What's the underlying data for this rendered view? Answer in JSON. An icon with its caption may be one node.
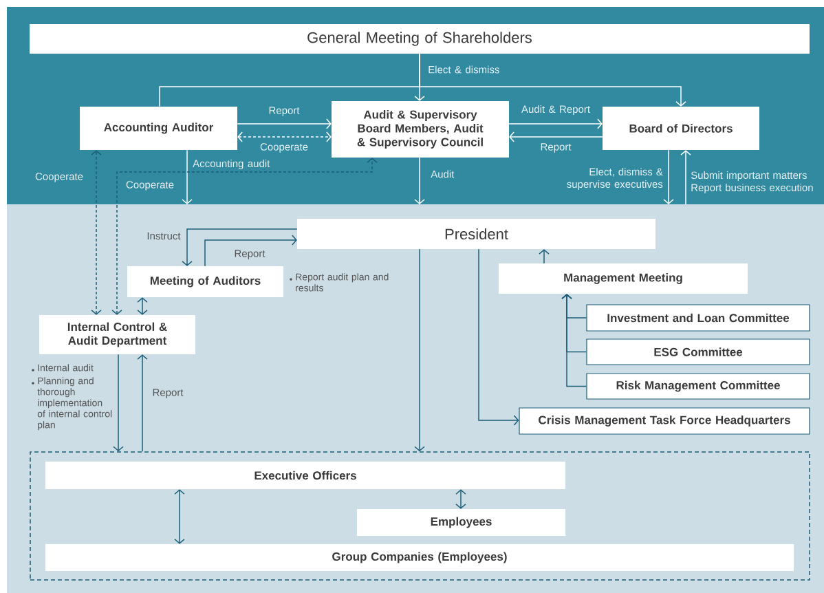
{
  "diagram": {
    "nodes": [
      {
        "text": [
          "General Meeting of Shareholders"
        ]
      },
      {
        "text": [
          "Accounting Auditor"
        ]
      },
      {
        "text": [
          "Audit & Supervisory Board Members, Audit & Supervisory Council"
        ]
      },
      {
        "text": [
          "Board of Directors"
        ]
      },
      {
        "text": [
          "President"
        ]
      },
      {
        "text": [
          "Meeting of Auditors"
        ],
        "beside": [
          "Report audit plan and results"
        ]
      },
      {
        "text": [
          "Management Meeting"
        ]
      },
      {
        "text": [
          "Internal Control & Audit Department"
        ],
        "beside": [
          "Internal audit",
          "Planning and thorough implementation of internal control plan"
        ]
      },
      {
        "text": [
          "Investment and Loan Committee"
        ]
      },
      {
        "text": [
          "ESG Committee"
        ]
      },
      {
        "text": [
          "Risk Management Committee"
        ]
      },
      {
        "text": [
          "Crisis Management Task Force Headquarters"
        ]
      },
      {
        "text": [],
        "shape": "box"
      },
      {
        "text": [
          "Executive Officers"
        ],
        "in": 12
      },
      {
        "text": [
          "Employees"
        ],
        "in": 12
      },
      {
        "text": [
          "Group Companies (Employees)"
        ],
        "in": 12
      }
    ],
    "edges": [
      {
        "from": 0,
        "to": 1,
        "arrow": "none",
        "color": "#ffffff"
      },
      {
        "from": 0,
        "to": 2,
        "arrow": "to",
        "label": "Elect & dismiss",
        "color": "#ffffff"
      },
      {
        "from": 0,
        "to": 3,
        "arrow": "to",
        "color": "#ffffff"
      },
      {
        "from": 1,
        "to": 2,
        "arrow": "to",
        "label": "Report",
        "color": "#ffffff"
      },
      {
        "from": 1,
        "to": 2,
        "arrow": "both",
        "label": "Cooperate",
        "style": "dashed",
        "color": "#ffffff"
      },
      {
        "from": 2,
        "to": 3,
        "arrow": "to",
        "label": "Audit & Report",
        "color": "#ffffff"
      },
      {
        "from": 3,
        "to": 2,
        "arrow": "to",
        "label": "Report",
        "color": "#ffffff"
      },
      {
        "from": 1,
        "to": null,
        "arrow": "to",
        "label": "Accounting audit",
        "color": "#ffffff"
      },
      {
        "from": 2,
        "to": null,
        "arrow": "to",
        "label": "Audit",
        "color": "#ffffff"
      },
      {
        "from": 3,
        "to": null,
        "arrow": "to",
        "label": "Elect, dismiss & supervise executives",
        "color": "#ffffff"
      },
      {
        "from": null,
        "to": 3,
        "arrow": "to",
        "label": "Submit important matters Report business execution",
        "color": "#ffffff"
      },
      {
        "from": 7,
        "to": 1,
        "arrow": "both",
        "label": "Cooperate",
        "style": "dashed"
      },
      {
        "from": 7,
        "to": 2,
        "arrow": "both",
        "label": "Cooperate",
        "style": "dashed"
      },
      {
        "from": 4,
        "to": 5,
        "arrow": "to",
        "label": "Instruct"
      },
      {
        "from": 5,
        "to": 4,
        "arrow": "to",
        "label": "Report"
      },
      {
        "from": 5,
        "to": 7,
        "arrow": "both"
      },
      {
        "from": 7,
        "to": 12,
        "arrow": "to"
      },
      {
        "from": 12,
        "to": 7,
        "arrow": "to",
        "label": "Report"
      },
      {
        "from": 4,
        "to": 12,
        "arrow": "to"
      },
      {
        "from": 4,
        "to": 11,
        "arrow": "to"
      },
      {
        "from": 6,
        "to": 4,
        "arrow": "to"
      },
      {
        "from": 8,
        "to": 6,
        "arrow": "to"
      },
      {
        "from": 9,
        "to": 6,
        "arrow": "to"
      },
      {
        "from": 10,
        "to": 6,
        "arrow": "to"
      },
      {
        "from": 13,
        "to": 15,
        "arrow": "both"
      },
      {
        "from": 13,
        "to": 14,
        "arrow": "both"
      }
    ]
  }
}
